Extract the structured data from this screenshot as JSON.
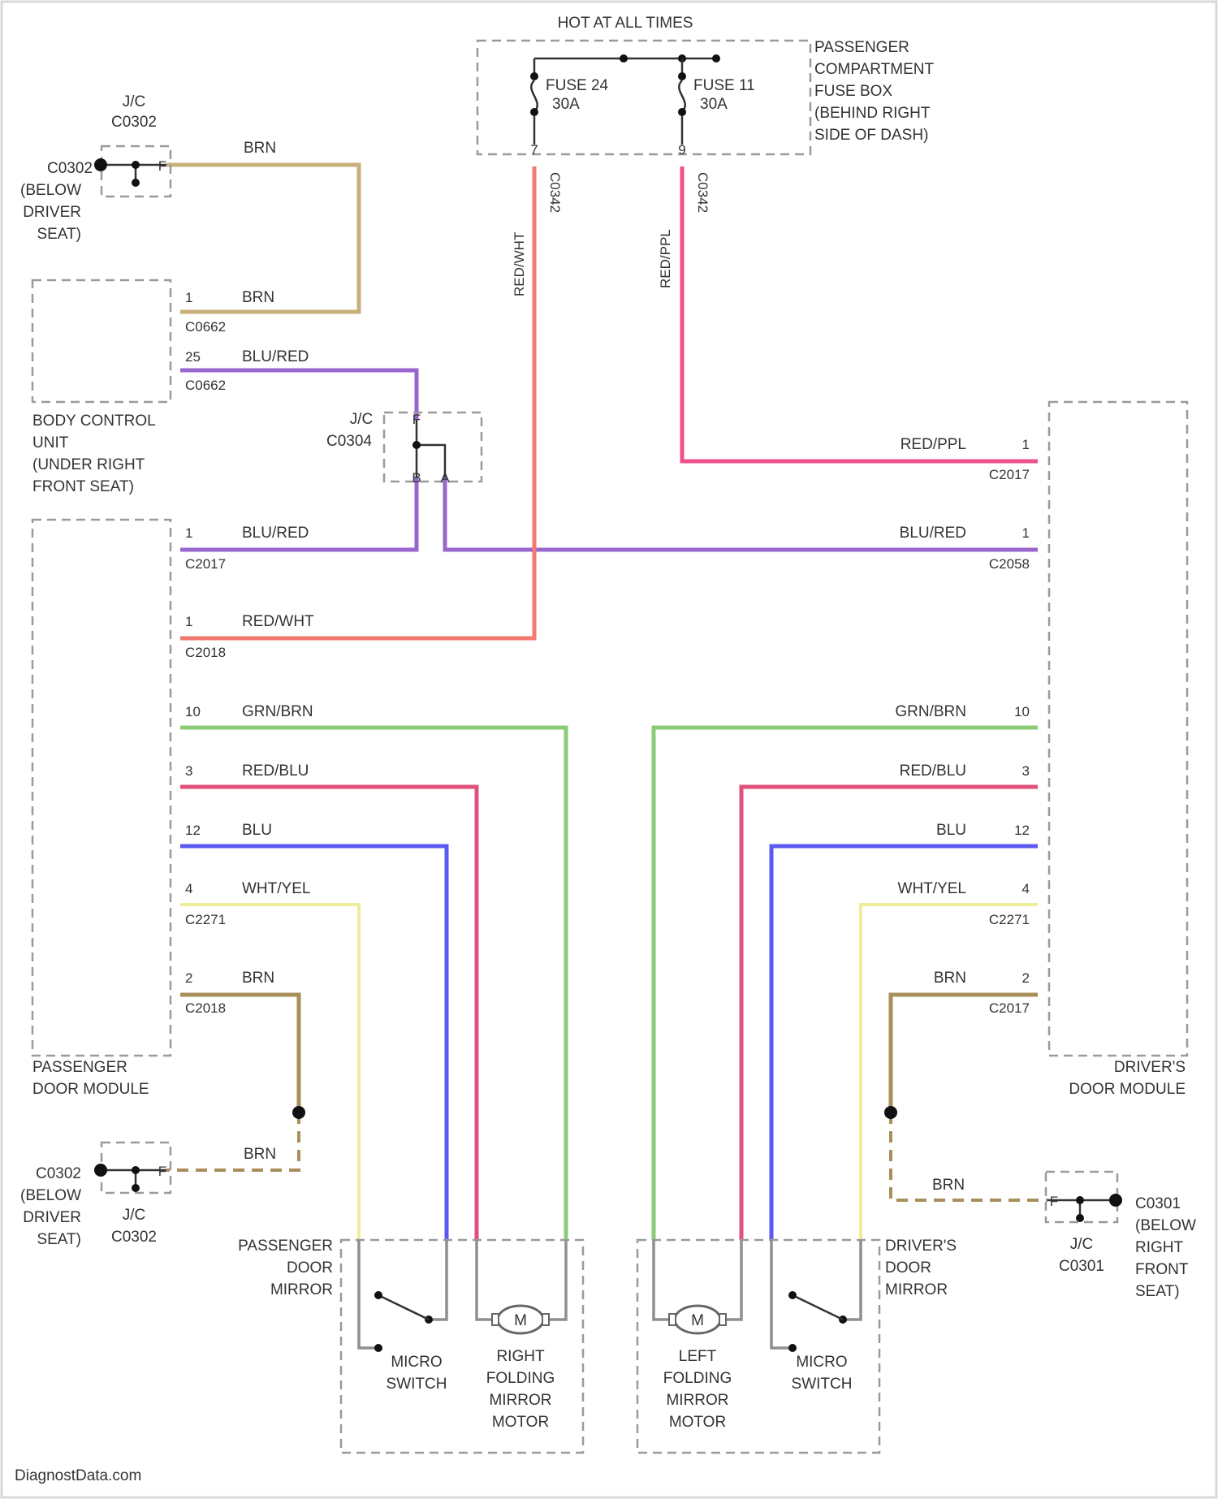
{
  "diagram": {
    "title_top": "HOT AT ALL TIMES",
    "fuse_box": {
      "lines": [
        "PASSENGER",
        "COMPARTMENT",
        "FUSE BOX",
        "(BEHIND RIGHT",
        "SIDE OF DASH)"
      ],
      "fuse_a": {
        "name": "FUSE 24",
        "rating": "30A"
      },
      "fuse_b": {
        "name": "FUSE 11",
        "rating": "30A"
      },
      "pin_a": "7",
      "pin_b": "9",
      "conn_a": "C0342",
      "conn_b": "C0342"
    },
    "jc_c0302_top": {
      "jc": "J/C",
      "name": "C0302",
      "pin": "F",
      "ground_lines": [
        "C0302",
        "(BELOW",
        "DRIVER",
        "SEAT)"
      ]
    },
    "jc_c0304": {
      "jc": "J/C",
      "name": "C0304",
      "pin_top": "F",
      "pin_b1": "B",
      "pin_b2": "A"
    },
    "jc_c0302_bottom": {
      "jc": "J/C",
      "name": "C0302",
      "pin": "F",
      "ground_lines": [
        "C0302",
        "(BELOW",
        "DRIVER",
        "SEAT)"
      ]
    },
    "jc_c0301": {
      "jc": "J/C",
      "name": "C0301",
      "pin": "F",
      "ground_lines": [
        "C0301",
        "(BELOW",
        "RIGHT",
        "FRONT",
        "SEAT)"
      ]
    },
    "body_control_unit": {
      "lines": [
        "BODY CONTROL",
        "UNIT",
        "(UNDER RIGHT",
        "FRONT SEAT)"
      ],
      "pin1": "1",
      "pin1_wire": "BRN",
      "pin1_conn": "C0662",
      "pin2": "25",
      "pin2_wire": "BLU/RED",
      "pin2_conn": "C0662"
    },
    "passenger_module": {
      "lines": [
        "PASSENGER",
        "DOOR MODULE"
      ],
      "pins": [
        {
          "pin": "1",
          "wire": "BLU/RED",
          "conn": "C2017"
        },
        {
          "pin": "1",
          "wire": "RED/WHT",
          "conn": "C2018"
        },
        {
          "pin": "10",
          "wire": "GRN/BRN",
          "conn": ""
        },
        {
          "pin": "3",
          "wire": "RED/BLU",
          "conn": ""
        },
        {
          "pin": "12",
          "wire": "BLU",
          "conn": ""
        },
        {
          "pin": "4",
          "wire": "WHT/YEL",
          "conn": "C2271"
        },
        {
          "pin": "2",
          "wire": "BRN",
          "conn": "C2018"
        }
      ]
    },
    "driver_module": {
      "lines": [
        "DRIVER'S",
        "DOOR MODULE"
      ],
      "pins": [
        {
          "pin": "1",
          "wire": "RED/PPL",
          "conn": "C2017"
        },
        {
          "pin": "1",
          "wire": "BLU/RED",
          "conn": "C2058"
        },
        {
          "pin": "10",
          "wire": "GRN/BRN",
          "conn": ""
        },
        {
          "pin": "3",
          "wire": "RED/BLU",
          "conn": ""
        },
        {
          "pin": "12",
          "wire": "BLU",
          "conn": ""
        },
        {
          "pin": "4",
          "wire": "WHT/YEL",
          "conn": "C2271"
        },
        {
          "pin": "2",
          "wire": "BRN",
          "conn": "C2017"
        }
      ]
    },
    "wire_labels": {
      "brn_top": "BRN",
      "red_wht_vertical": "RED/WHT",
      "red_ppl_vertical": "RED/PPL",
      "brn_bottom_left": "BRN",
      "brn_bottom_right": "BRN"
    },
    "passenger_mirror": {
      "lines": [
        "PASSENGER",
        "DOOR",
        "MIRROR"
      ],
      "switch_lines": [
        "MICRO",
        "SWITCH"
      ],
      "motor_lines": [
        "RIGHT",
        "FOLDING",
        "MIRROR",
        "MOTOR"
      ],
      "motor_symbol": "M"
    },
    "driver_mirror": {
      "lines": [
        "DRIVER'S",
        "DOOR",
        "MIRROR"
      ],
      "switch_lines": [
        "MICRO",
        "SWITCH"
      ],
      "motor_lines": [
        "LEFT",
        "FOLDING",
        "MIRROR",
        "MOTOR"
      ],
      "motor_symbol": "M"
    },
    "footer": "DiagnostData.com",
    "wire_colors": {
      "tan": "#c7b07a",
      "purple": "#9966cc",
      "salmon": "#f27a6e",
      "pink": "#f0508c",
      "green": "#8ccc78",
      "redblu": "#e0507a",
      "blue": "#5a5af0",
      "yellow": "#eeee9a",
      "brown": "#a88e5a"
    }
  }
}
